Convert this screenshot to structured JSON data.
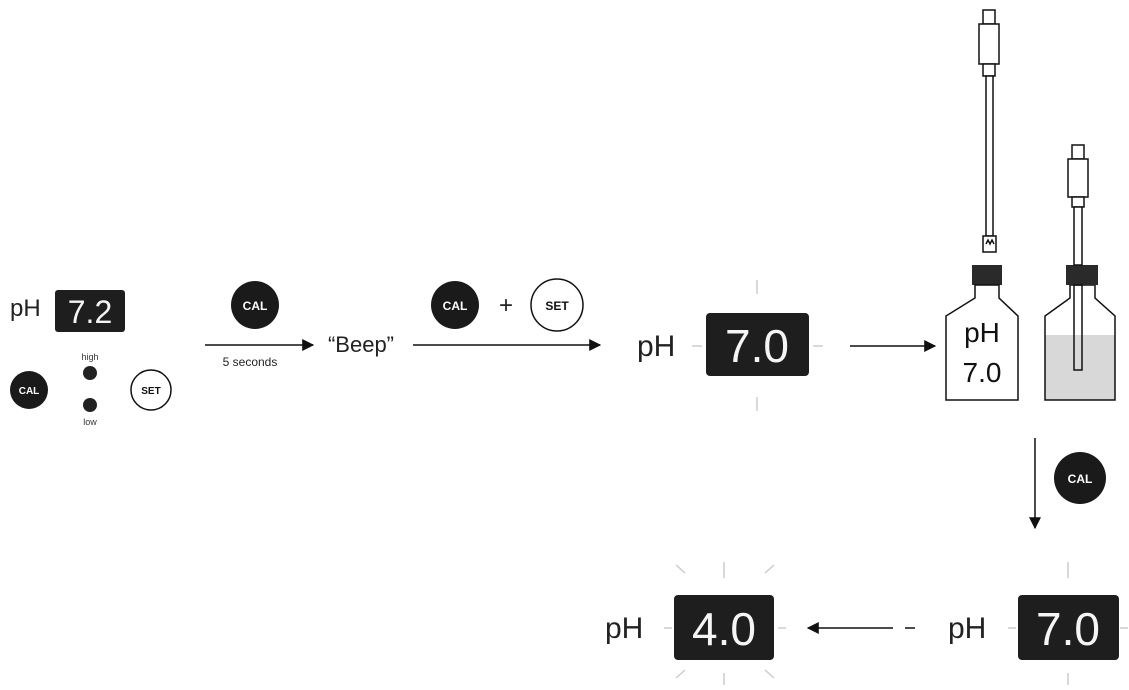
{
  "controller": {
    "ph_label": "pH",
    "display_value": "7.2",
    "cal_label": "CAL",
    "set_label": "SET",
    "led_high_label": "high",
    "led_low_label": "low"
  },
  "step1": {
    "button_label": "CAL",
    "duration_label": "5 seconds",
    "result_label": "“Beep”"
  },
  "step2": {
    "cal_label": "CAL",
    "plus_label": "+",
    "set_label": "SET"
  },
  "display_a": {
    "ph_label": "pH",
    "value": "7.0"
  },
  "bottle": {
    "line1": "pH",
    "line2": "7.0"
  },
  "step3": {
    "button_label": "CAL"
  },
  "display_b": {
    "ph_label": "pH",
    "value": "7.0"
  },
  "display_c": {
    "ph_label": "pH",
    "value": "4.0"
  },
  "colors": {
    "display_bg": "#1e1e1e",
    "segment": "#f5f5f5",
    "button_dark": "#1a1a1a",
    "buffer_fill": "#d8d8d8"
  }
}
